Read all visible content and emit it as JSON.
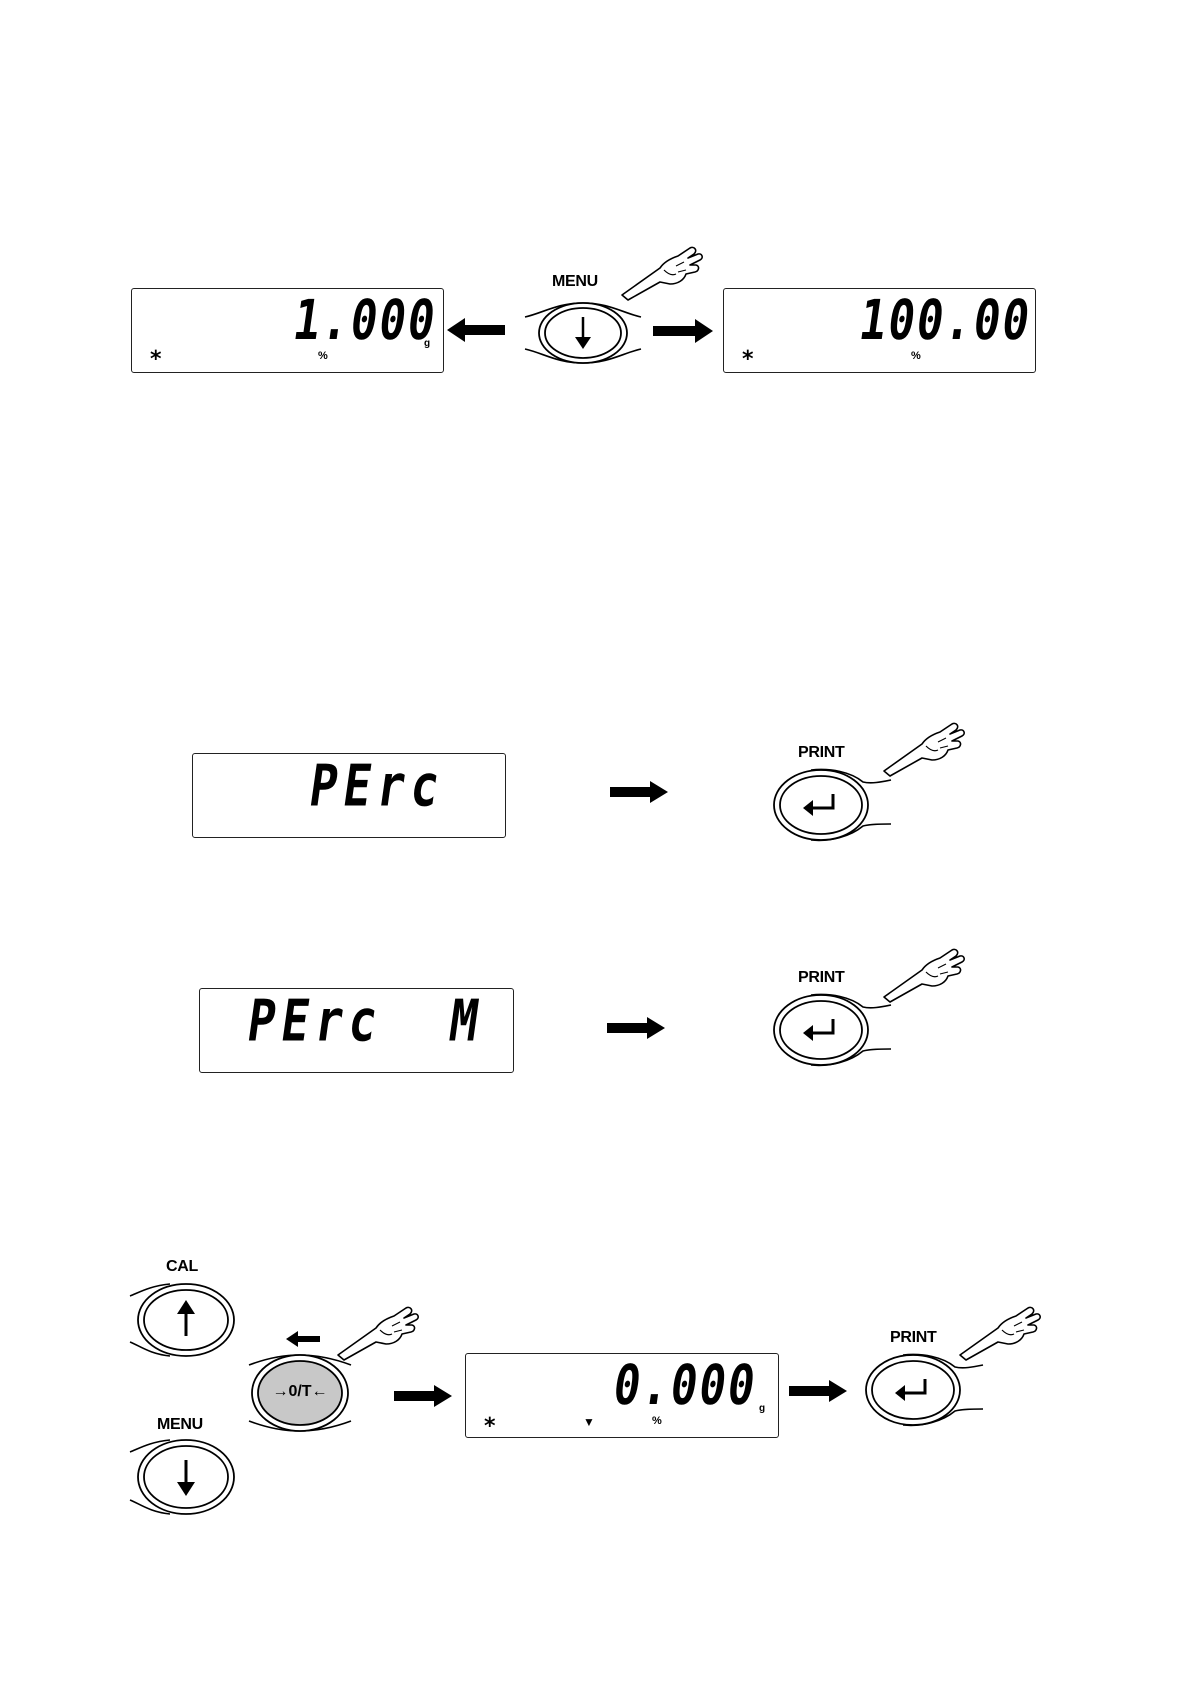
{
  "section1": {
    "left_display": {
      "value": "1.000",
      "unit": "g",
      "percent": "%",
      "star": "*"
    },
    "key": {
      "label": "MENU"
    },
    "right_display": {
      "value": "100.00",
      "percent": "%",
      "star": "*"
    }
  },
  "section2": {
    "display": {
      "text": "PErc"
    },
    "key": {
      "label": "PRINT"
    }
  },
  "section3": {
    "display": {
      "text": "PErc  M"
    },
    "key": {
      "label": "PRINT"
    }
  },
  "section4": {
    "cal_key": {
      "label": "CAL"
    },
    "menu_key": {
      "label": "MENU"
    },
    "tare_key": {
      "label": "→0/T←"
    },
    "display": {
      "value": "0.000",
      "unit": "g",
      "percent": "%",
      "star": "*",
      "indicator": "▼"
    },
    "print_key": {
      "label": "PRINT"
    }
  }
}
